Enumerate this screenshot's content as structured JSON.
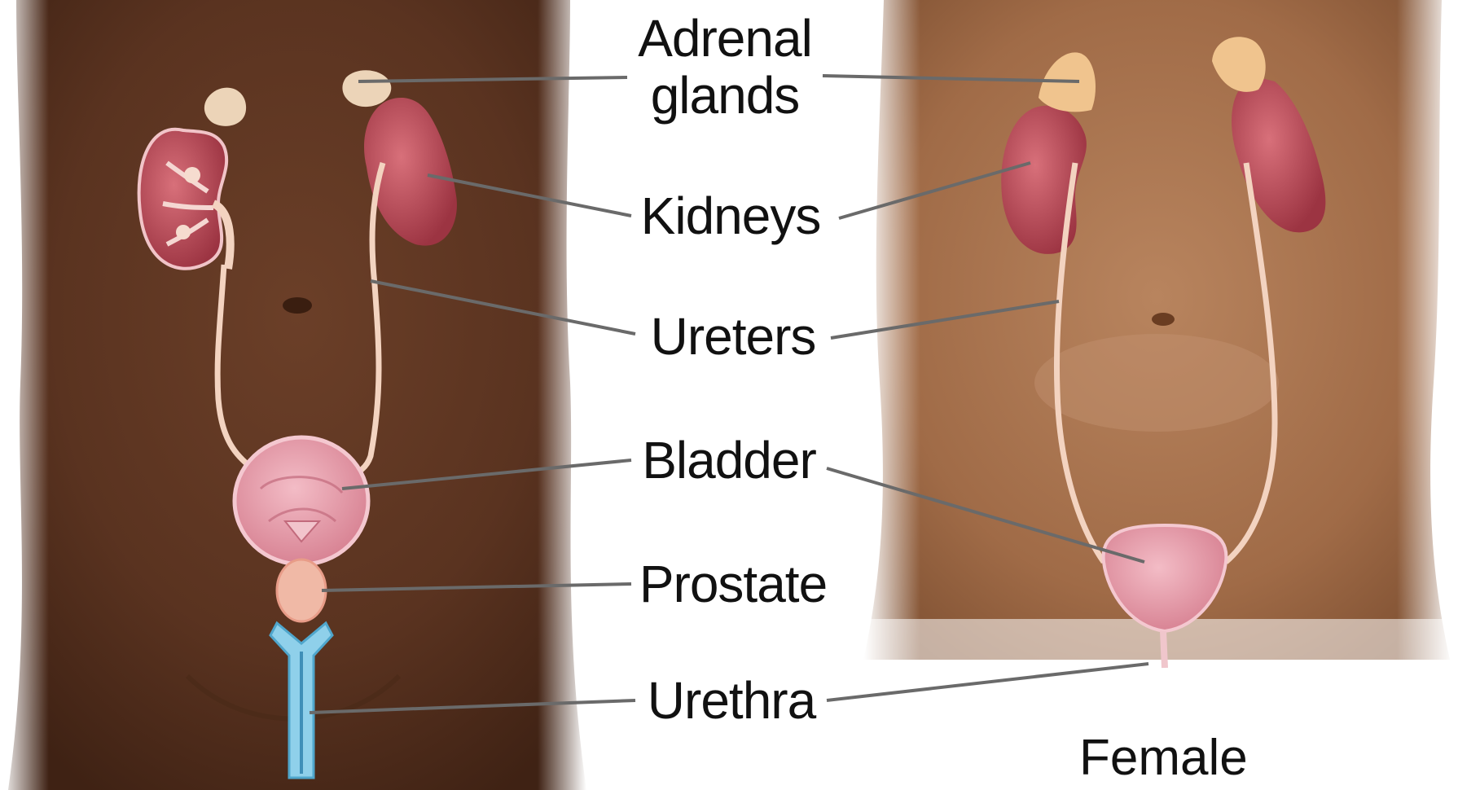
{
  "labels": {
    "adrenal_line1": "Adrenal",
    "adrenal_line2": "glands",
    "kidneys": "Kidneys",
    "ureters": "Ureters",
    "bladder": "Bladder",
    "prostate": "Prostate",
    "urethra": "Urethra"
  },
  "captions": {
    "female": "Female"
  },
  "colors": {
    "male_skin": "#5e3622",
    "female_skin": "#a4714d",
    "kidney": "#c0505a",
    "adrenal": "#e8c08a",
    "bladder": "#e69aa8",
    "ureter": "#f3d3c0",
    "urethra_male": "#7ec8e6",
    "leader_line": "#6a6a6a"
  }
}
